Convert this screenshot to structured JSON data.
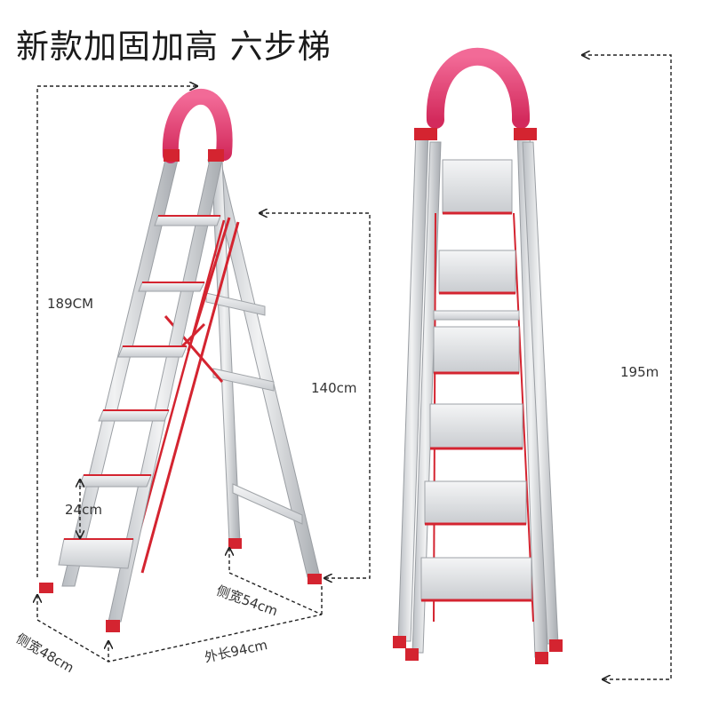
{
  "title": "新款加固加高  六步梯",
  "labels": {
    "left_height": "189CM",
    "left_inner_height": "140cm",
    "step_spacing": "24cm",
    "side_width_back": "侧宽54cm",
    "side_width_front": "侧宽48cm",
    "outer_length": "外长94cm",
    "right_height": "195m"
  },
  "colors": {
    "frame": "#d9dcdf",
    "frame_shade": "#a9adb2",
    "accent": "#d42430",
    "handle": "#e8457a",
    "dashed": "#222222"
  },
  "icons": [
    "ladder-image-side",
    "ladder-image-front",
    "dimension-arrow"
  ]
}
